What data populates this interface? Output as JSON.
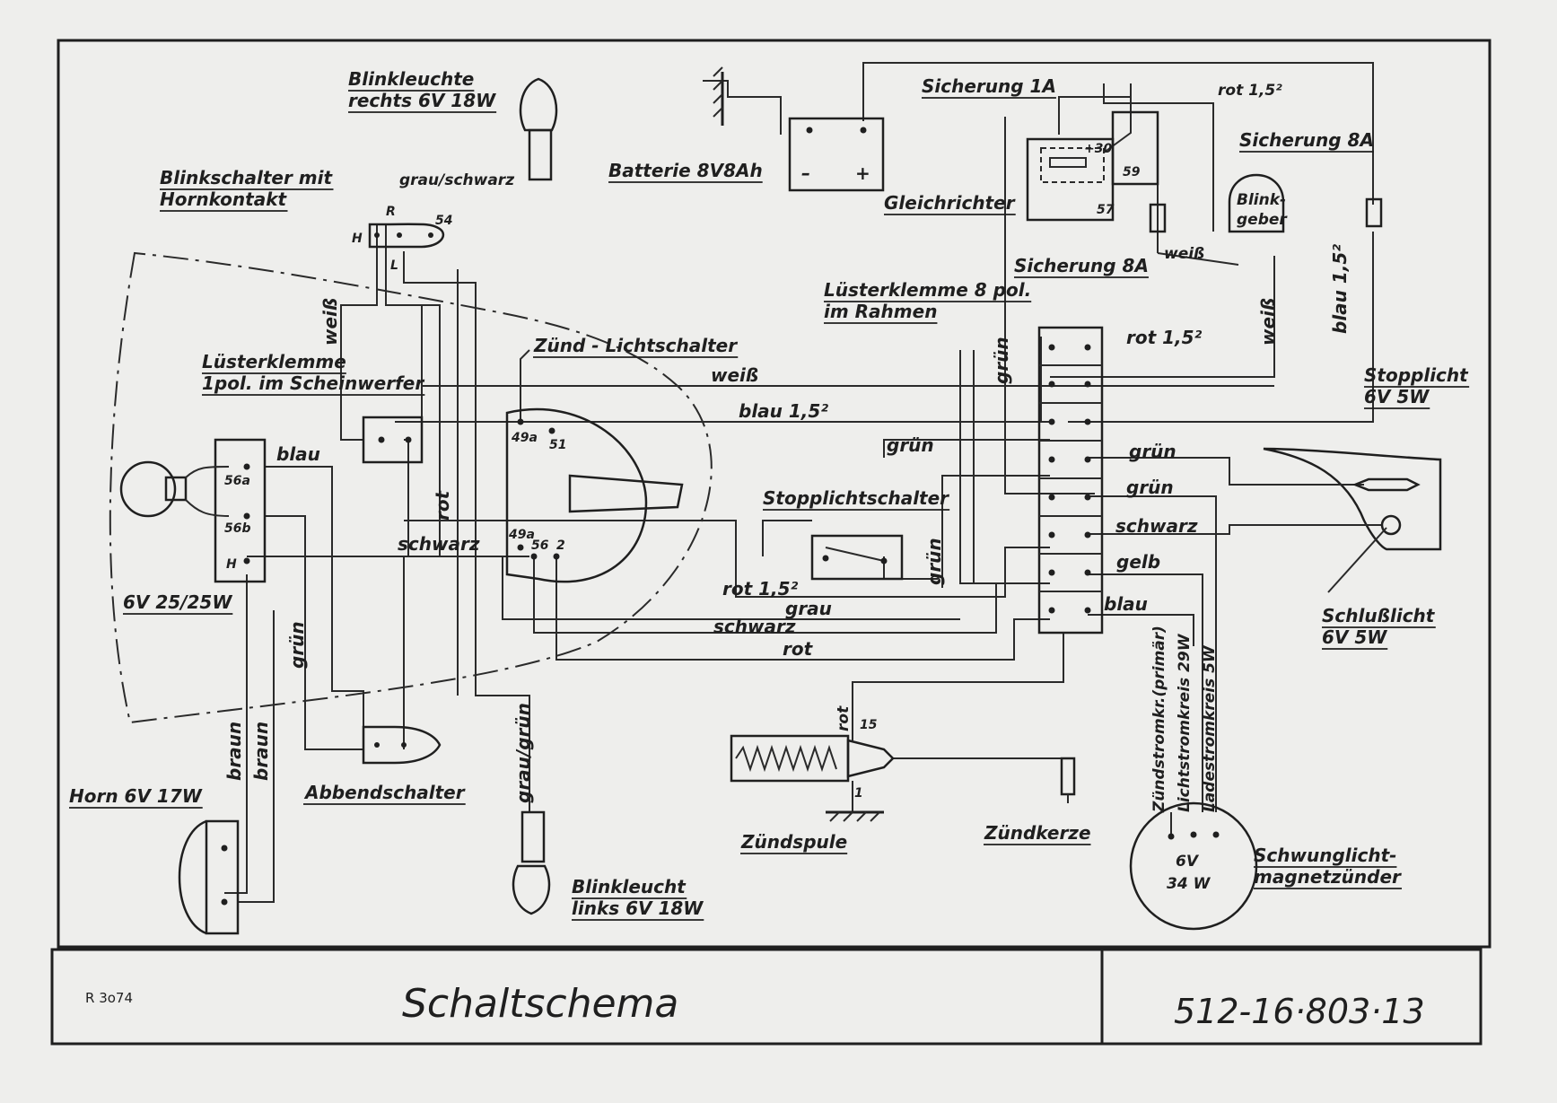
{
  "components": {
    "blinker_right": "Blinkleuchte\nrechts 6V 18W",
    "blink_switch": "Blinkschalter mit\nHornkontakt",
    "battery": "Batterie 8V8Ah",
    "fuse_1a": "Sicherung 1A",
    "rectifier": "Gleichrichter",
    "fuse_8a_top": "Sicherung 8A",
    "flasher": "Blink-\ngeber",
    "fuse_8a": "Sicherung 8A",
    "terminal_8pol": "Lüsterklemme 8 pol.\nim Rahmen",
    "terminal_1pol": "Lüsterklemme\n1pol. im Scheinwerfer",
    "ignition_switch": "Zünd - Lichtschalter",
    "headlamp": "6V 25/25W",
    "stoplight_switch": "Stopplichtschalter",
    "stoplight": "Stopplicht\n6V 5W",
    "taillight": "Schlußlicht\n6V 5W",
    "horn": "Horn 6V 17W",
    "dimmer": "Abbendschalter",
    "ignition_coil": "Zündspule",
    "spark_plug": "Zündkerze",
    "blinker_left": "Blinkleucht\nlinks 6V 18W",
    "magneto": "Schwunglicht-\nmagnetzünder",
    "magneto_rating_v": "6V",
    "magneto_rating_w": "34 W"
  },
  "wire_labels": {
    "grau_schwarz": "grau/schwarz",
    "weiss_a": "weiß",
    "weiss_b": "weiß",
    "weiss_c": "weiß",
    "weiss_d": "weiß",
    "blau_15": "blau 1,5²",
    "blau_15_v": "blau 1,5²",
    "blau_a": "blau",
    "blau_b": "blau",
    "rot_15_a": "rot 1,5²",
    "rot_15_b": "rot 1,5²",
    "rot_15_c": "rot 1,5²",
    "rot_a": "rot",
    "rot_b": "rot",
    "rot_c": "rot",
    "gruen_a": "grün",
    "gruen_b": "grün",
    "gruen_c": "grün",
    "gruen_d": "grün",
    "gruen_e": "grün",
    "gruen_f": "grün",
    "schwarz_a": "schwarz",
    "schwarz_b": "schwarz",
    "schwarz_c": "schwarz",
    "grau": "grau",
    "gelb": "gelb",
    "braun_a": "braun",
    "braun_b": "braun",
    "grau_gruen": "grau/grün",
    "zuend": "Zündstromkr.(primär)",
    "licht": "Lichtstromkreis 29W",
    "lade": "Ladestromkreis 5W"
  },
  "terminals": {
    "t54": "54",
    "tH": "H",
    "tR": "R",
    "tL": "L",
    "t30": "+30",
    "t59": "59",
    "t57": "57",
    "t49a": "49a",
    "t51": "51",
    "t49a_b": "49a",
    "t56": "56",
    "t2": "2",
    "t56a": "56a",
    "t56b": "56b",
    "tH2": "H",
    "t15": "15",
    "t1": "1",
    "minus": "–",
    "plus": "+"
  },
  "title_block": {
    "code": "R 3o74",
    "title": "Schaltschema",
    "number": "512-16·803·13"
  }
}
